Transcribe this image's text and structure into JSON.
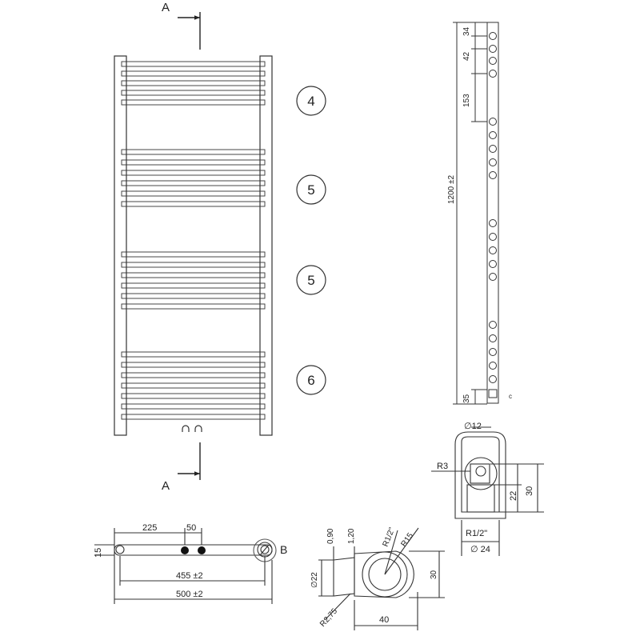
{
  "section_markers": {
    "top": "A",
    "bottom": "A"
  },
  "group_counts": [
    "4",
    "5",
    "5",
    "6"
  ],
  "side_view": {
    "dims": {
      "d34": "34",
      "d42": "42",
      "d153": "153",
      "d1200": "1200 ±2",
      "d35": "35"
    },
    "corner_label": "c"
  },
  "detail_top": {
    "dia12": "∅12",
    "r3": "R3",
    "d22": "22",
    "d30": "30",
    "thread": "R1/2\"",
    "dia24": "∅ 24"
  },
  "plan_view": {
    "d15": "15",
    "d225": "225",
    "d50": "50",
    "d455": "455 ±2",
    "d500": "500 ±2",
    "detail_b": "B"
  },
  "detail_b_view": {
    "d090": "0,90",
    "d120": "1,20",
    "thread": "R1/2\"",
    "r15": "R15",
    "dia22": "∅22",
    "d30": "30",
    "r275": "R2,75",
    "d40": "40"
  }
}
